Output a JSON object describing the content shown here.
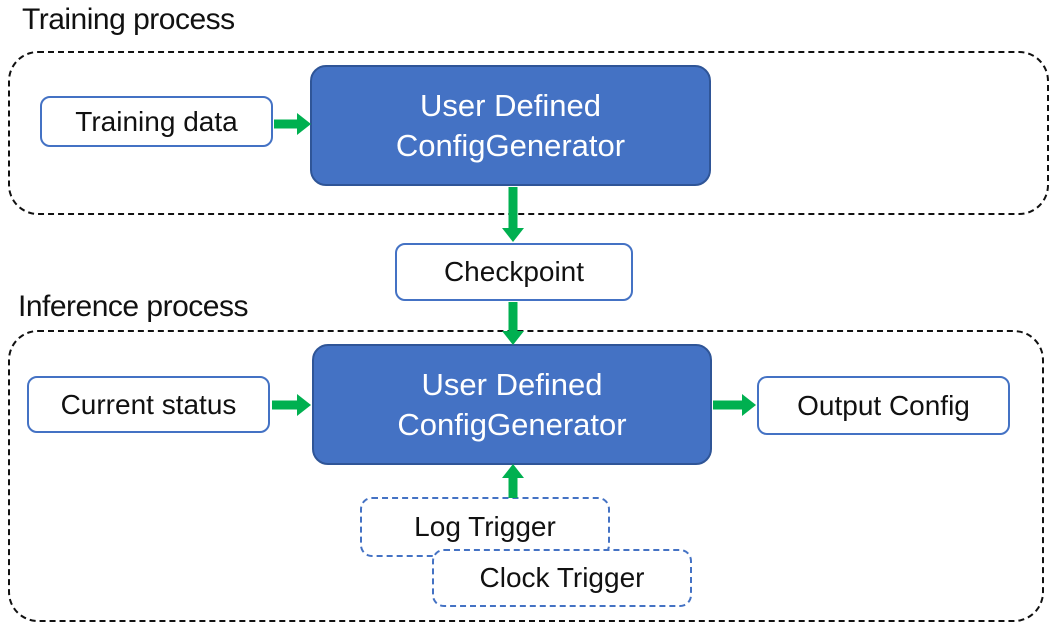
{
  "labels": {
    "training_section": "Training process",
    "inference_section": "Inference process",
    "training_data": "Training data",
    "generator_line1": "User Defined",
    "generator_line2": "ConfigGenerator",
    "checkpoint": "Checkpoint",
    "current_status": "Current status",
    "output_config": "Output Config",
    "log_trigger": "Log Trigger",
    "clock_trigger": "Clock Trigger"
  },
  "colors": {
    "node_fill": "#4472C4",
    "node_border": "#2F5597",
    "box_border": "#4472C4",
    "trigger_border": "#4472C4",
    "arrow_green": "#00B050",
    "container_border": "#111111",
    "text_dark": "#111111",
    "text_light": "#FFFFFF",
    "canvas_bg": "#FFFFFF"
  }
}
